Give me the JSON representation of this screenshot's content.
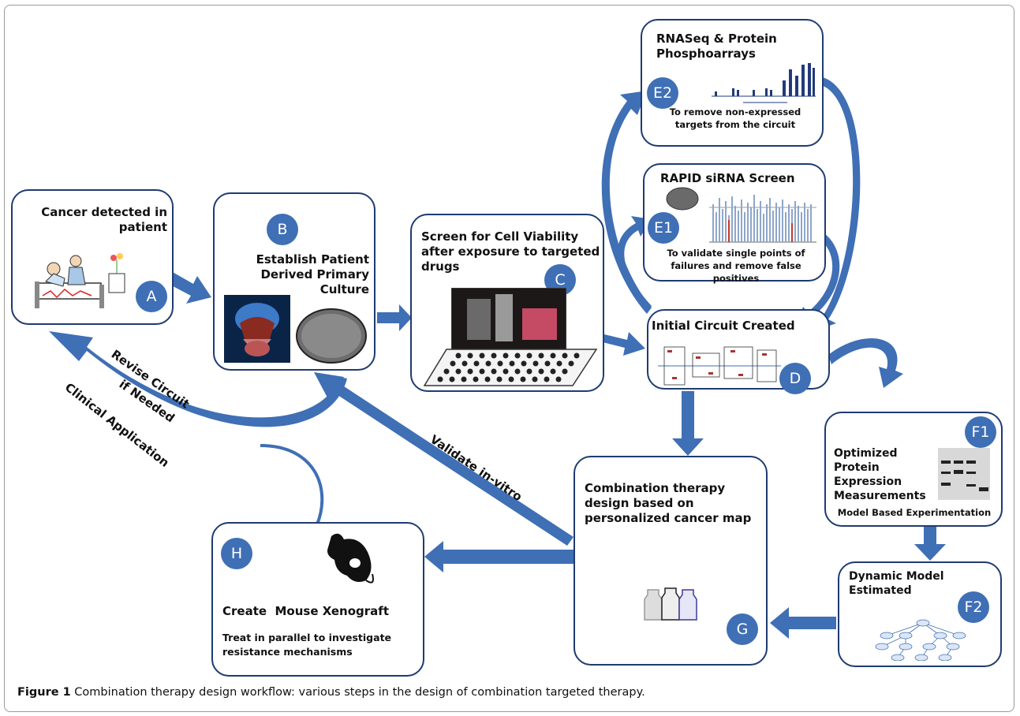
{
  "colors": {
    "arrow": "#3f6fb5",
    "border": "#1f3b70",
    "badge": "#3f6fb5"
  },
  "boxes": {
    "A": {
      "badge": "A",
      "title": "Cancer detected in patient"
    },
    "B": {
      "badge": "B",
      "title": "Establish Patient Derived Primary Culture"
    },
    "C": {
      "badge": "C",
      "title": "Screen for Cell Viability after exposure to targeted drugs"
    },
    "D": {
      "badge": "D",
      "title": "Initial Circuit Created"
    },
    "E1": {
      "badge": "E1",
      "title": "RAPID siRNA Screen",
      "subtitle": "To validate single points of failures and remove false positives"
    },
    "E2": {
      "badge": "E2",
      "title": "RNASeq & Protein Phosphoarrays",
      "subtitle": "To remove non-expressed targets from the circuit"
    },
    "F1": {
      "badge": "F1",
      "title": "Optimized Protein Expression Measurements",
      "subtitle": "Model Based Experimentation"
    },
    "F2": {
      "badge": "F2",
      "title": "Dynamic Model Estimated"
    },
    "G": {
      "badge": "G",
      "title": "Combination therapy design based on personalized cancer map"
    },
    "H": {
      "badge": "H",
      "title": "Create  Mouse Xenograft",
      "subtitle": "Treat in parallel to investigate resistance mechanisms"
    }
  },
  "arrow_labels": {
    "revise": "Revise Circuit",
    "if_needed": "if Needed",
    "clinical": "Clinical Application",
    "validate": "Validate in-vitro"
  },
  "caption": {
    "label": "Figure 1",
    "text": " Combination therapy design workflow: various steps in the design of combination targeted therapy."
  }
}
